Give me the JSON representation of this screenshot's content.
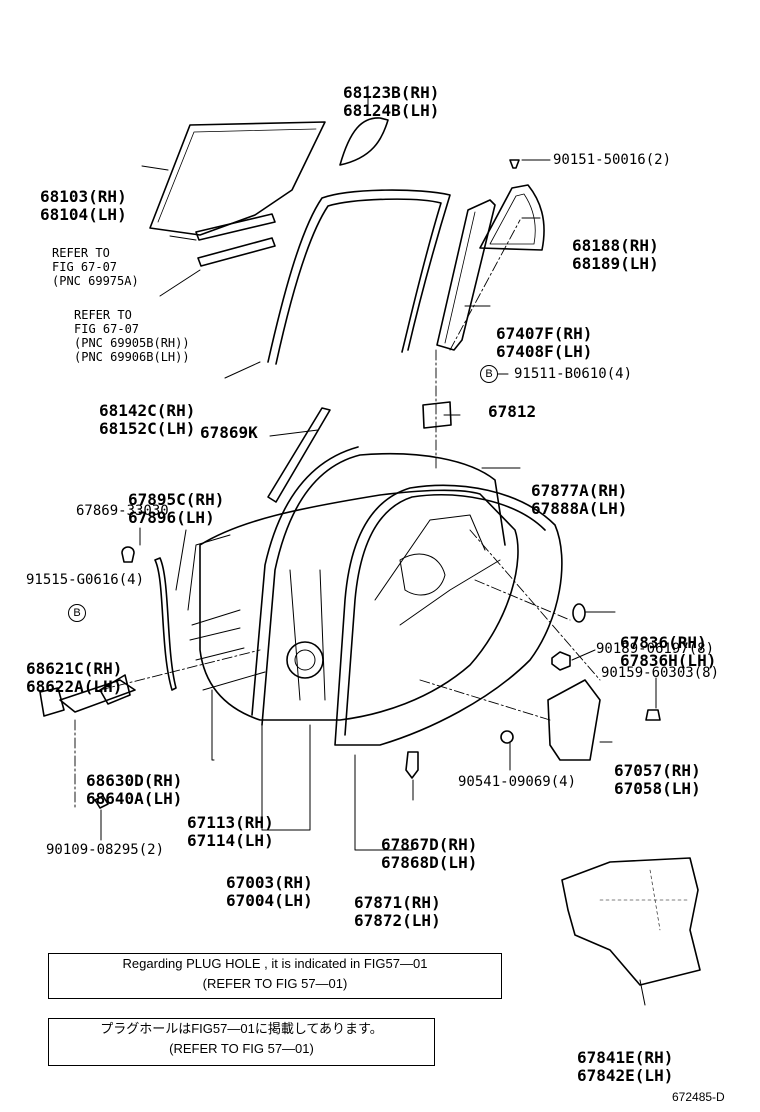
{
  "parts": {
    "p68123": [
      "68123B(RH)",
      "68124B(LH)"
    ],
    "p68103": [
      "68103(RH)",
      "68104(LH)"
    ],
    "p90151": "90151-50016(2)",
    "p68188": [
      "68188(RH)",
      "68189(LH)"
    ],
    "refer1": [
      "REFER TO",
      "FIG 67-07",
      "(PNC 69975A)"
    ],
    "refer2": [
      "REFER TO",
      "FIG 67-07",
      "(PNC 69905B(RH))",
      "(PNC 69906B(LH))"
    ],
    "p67407": [
      "67407F(RH)",
      "67408F(LH)"
    ],
    "p91511": "91511-B0610(4)",
    "p68142": [
      "68142C(RH)",
      "68152C(LH)"
    ],
    "p67812": "67812",
    "p67869k": "67869K",
    "p67877": [
      "67877A(RH)",
      "67888A(LH)"
    ],
    "p67895": [
      "67895C(RH)",
      "67896(LH)"
    ],
    "p67869_33030": "67869-33030",
    "p91515": "91515-G0616(4)",
    "p68621": [
      "68621C(RH)",
      "68622A(LH)"
    ],
    "p67836": [
      "67836(RH)",
      "67836H(LH)"
    ],
    "p90189": "90189-06197(8)",
    "p90159": "90159-60303(8)",
    "p68630": [
      "68630D(RH)",
      "68640A(LH)"
    ],
    "p67057": [
      "67057(RH)",
      "67058(LH)"
    ],
    "p67113": [
      "67113(RH)",
      "67114(LH)"
    ],
    "p90541": "90541-09069(4)",
    "p67867": [
      "67867D(RH)",
      "67868D(LH)"
    ],
    "p90109": "90109-08295(2)",
    "p67003": [
      "67003(RH)",
      "67004(LH)"
    ],
    "p67871": [
      "67871(RH)",
      "67872(LH)"
    ],
    "p67841": [
      "67841E(RH)",
      "67842E(LH)"
    ]
  },
  "ref_marker": "B",
  "notes": {
    "en": [
      "Regarding PLUG HOLE , it is indicated in FIG57—01",
      "(REFER TO FIG 57—01)"
    ],
    "ja": [
      "プラグホールはFIG57—01に掲載してあります。",
      "(REFER TO FIG 57—01)"
    ]
  },
  "figure_id": "672485-D"
}
